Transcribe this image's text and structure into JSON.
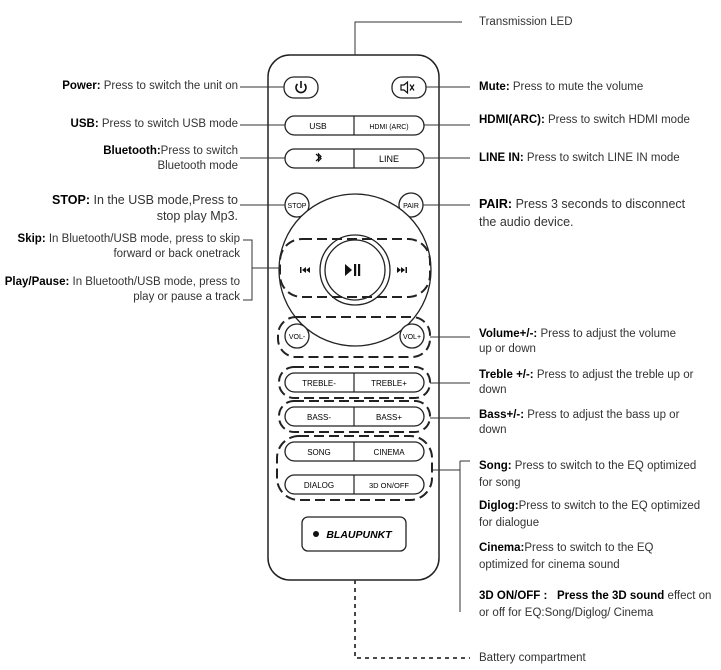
{
  "callouts": {
    "transmission_led": {
      "text": "Transmission LED"
    },
    "power": {
      "title": "Power:",
      "text": " Press to switch the unit on"
    },
    "mute": {
      "title": "Mute:",
      "text": " Press to mute the volume"
    },
    "usb": {
      "title": "USB:",
      "text": " Press to switch USB mode"
    },
    "hdmi": {
      "title": "HDMI(ARC):",
      "text": " Press to switch HDMI mode"
    },
    "bluetooth": {
      "title": "Bluetooth:",
      "text": "Press to switch Bluetooth mode"
    },
    "line_in": {
      "title": "LINE IN:",
      "text": " Press to switch LINE IN mode"
    },
    "stop": {
      "title": "STOP:",
      "text": " In the USB mode,Press to stop play Mp3."
    },
    "pair": {
      "title": "PAIR:",
      "text": " Press 3 seconds to disconnect the audio device."
    },
    "skip": {
      "title": "Skip:",
      "text": " In Bluetooth/USB mode, press to skip forward or back onetrack"
    },
    "play_pause": {
      "title": "Play/Pause:",
      "text": " In Bluetooth/USB mode, press to play or pause a track"
    },
    "volume": {
      "title": "Volume+/-:",
      "text": " Press to adjust the volume up or down"
    },
    "treble": {
      "title": "Treble +/-:",
      "text": " Press to adjust the treble up or down"
    },
    "bass": {
      "title": "Bass+/-:",
      "text": " Press to adjust the bass up or down"
    },
    "song": {
      "title": "Song:",
      "text": " Press to switch to the EQ optimized for song"
    },
    "dialog": {
      "title": "Diglog:",
      "text": "Press to switch to the EQ optimized for dialogue"
    },
    "cinema": {
      "title": "Cinema:",
      "text": "Press to switch to the EQ optimized for cinema sound"
    },
    "three_d": {
      "title": "3D ON/OFF :",
      "title2": "Press the 3D sound",
      "text": "effect on or off for EQ:Song/Diglog/ Cinema"
    },
    "battery": {
      "text": "Battery compartment"
    }
  },
  "remote": {
    "usb_label": "USB",
    "hdmi_label": "HDMI (ARC)",
    "line_label": "LINE",
    "stop_label": "STOP",
    "pair_label": "PAIR",
    "vol_minus_label": "VOL-",
    "vol_plus_label": "VOL+",
    "treble_minus_label": "TREBLE-",
    "treble_plus_label": "TREBLE+",
    "bass_minus_label": "BASS-",
    "bass_plus_label": "BASS+",
    "song_label": "SONG",
    "cinema_label": "CINEMA",
    "dialog_label": "DIALOG",
    "three_d_label": "3D ON/OFF",
    "brand": "BLAUPUNKT",
    "icons": [
      "power-icon",
      "mute-icon",
      "bluetooth-icon",
      "previous-track-icon",
      "play-pause-icon",
      "next-track-icon"
    ]
  },
  "colors": {
    "line": "#333333",
    "text": "#1a1a1a"
  }
}
